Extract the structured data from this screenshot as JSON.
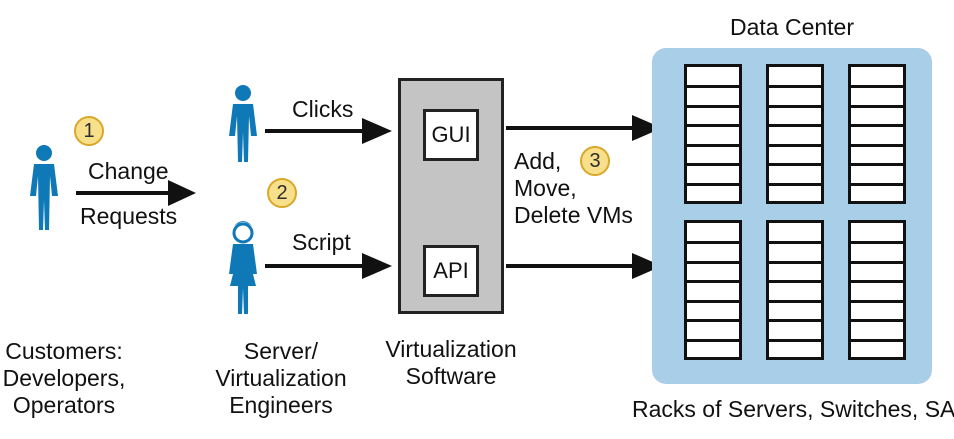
{
  "steps": {
    "one": "1",
    "two": "2",
    "three": "3"
  },
  "customers": {
    "request_label_1": "Change",
    "request_label_2": "Requests",
    "caption_1": "Customers:",
    "caption_2": "Developers,",
    "caption_3": "Operators"
  },
  "engineers": {
    "clicks_label": "Clicks",
    "script_label": "Script",
    "caption_1": "Server/",
    "caption_2": "Virtualization",
    "caption_3": "Engineers"
  },
  "virtualization": {
    "gui_label": "GUI",
    "api_label": "API",
    "caption_1": "Virtualization",
    "caption_2": "Software"
  },
  "actions": {
    "line_1": "Add,",
    "line_2": "Move,",
    "line_3": "Delete VMs"
  },
  "datacenter": {
    "title": "Data Center",
    "caption": "Racks of Servers, Switches, SAN"
  },
  "colors": {
    "person": "#0f79b8",
    "badge_fill": "#f8e08a",
    "datacenter_fill": "#a9cfe8",
    "software_fill": "#c4c4c4"
  },
  "icons": [
    "customer-person-icon",
    "engineer-male-icon",
    "engineer-female-icon",
    "server-rack-icon"
  ]
}
